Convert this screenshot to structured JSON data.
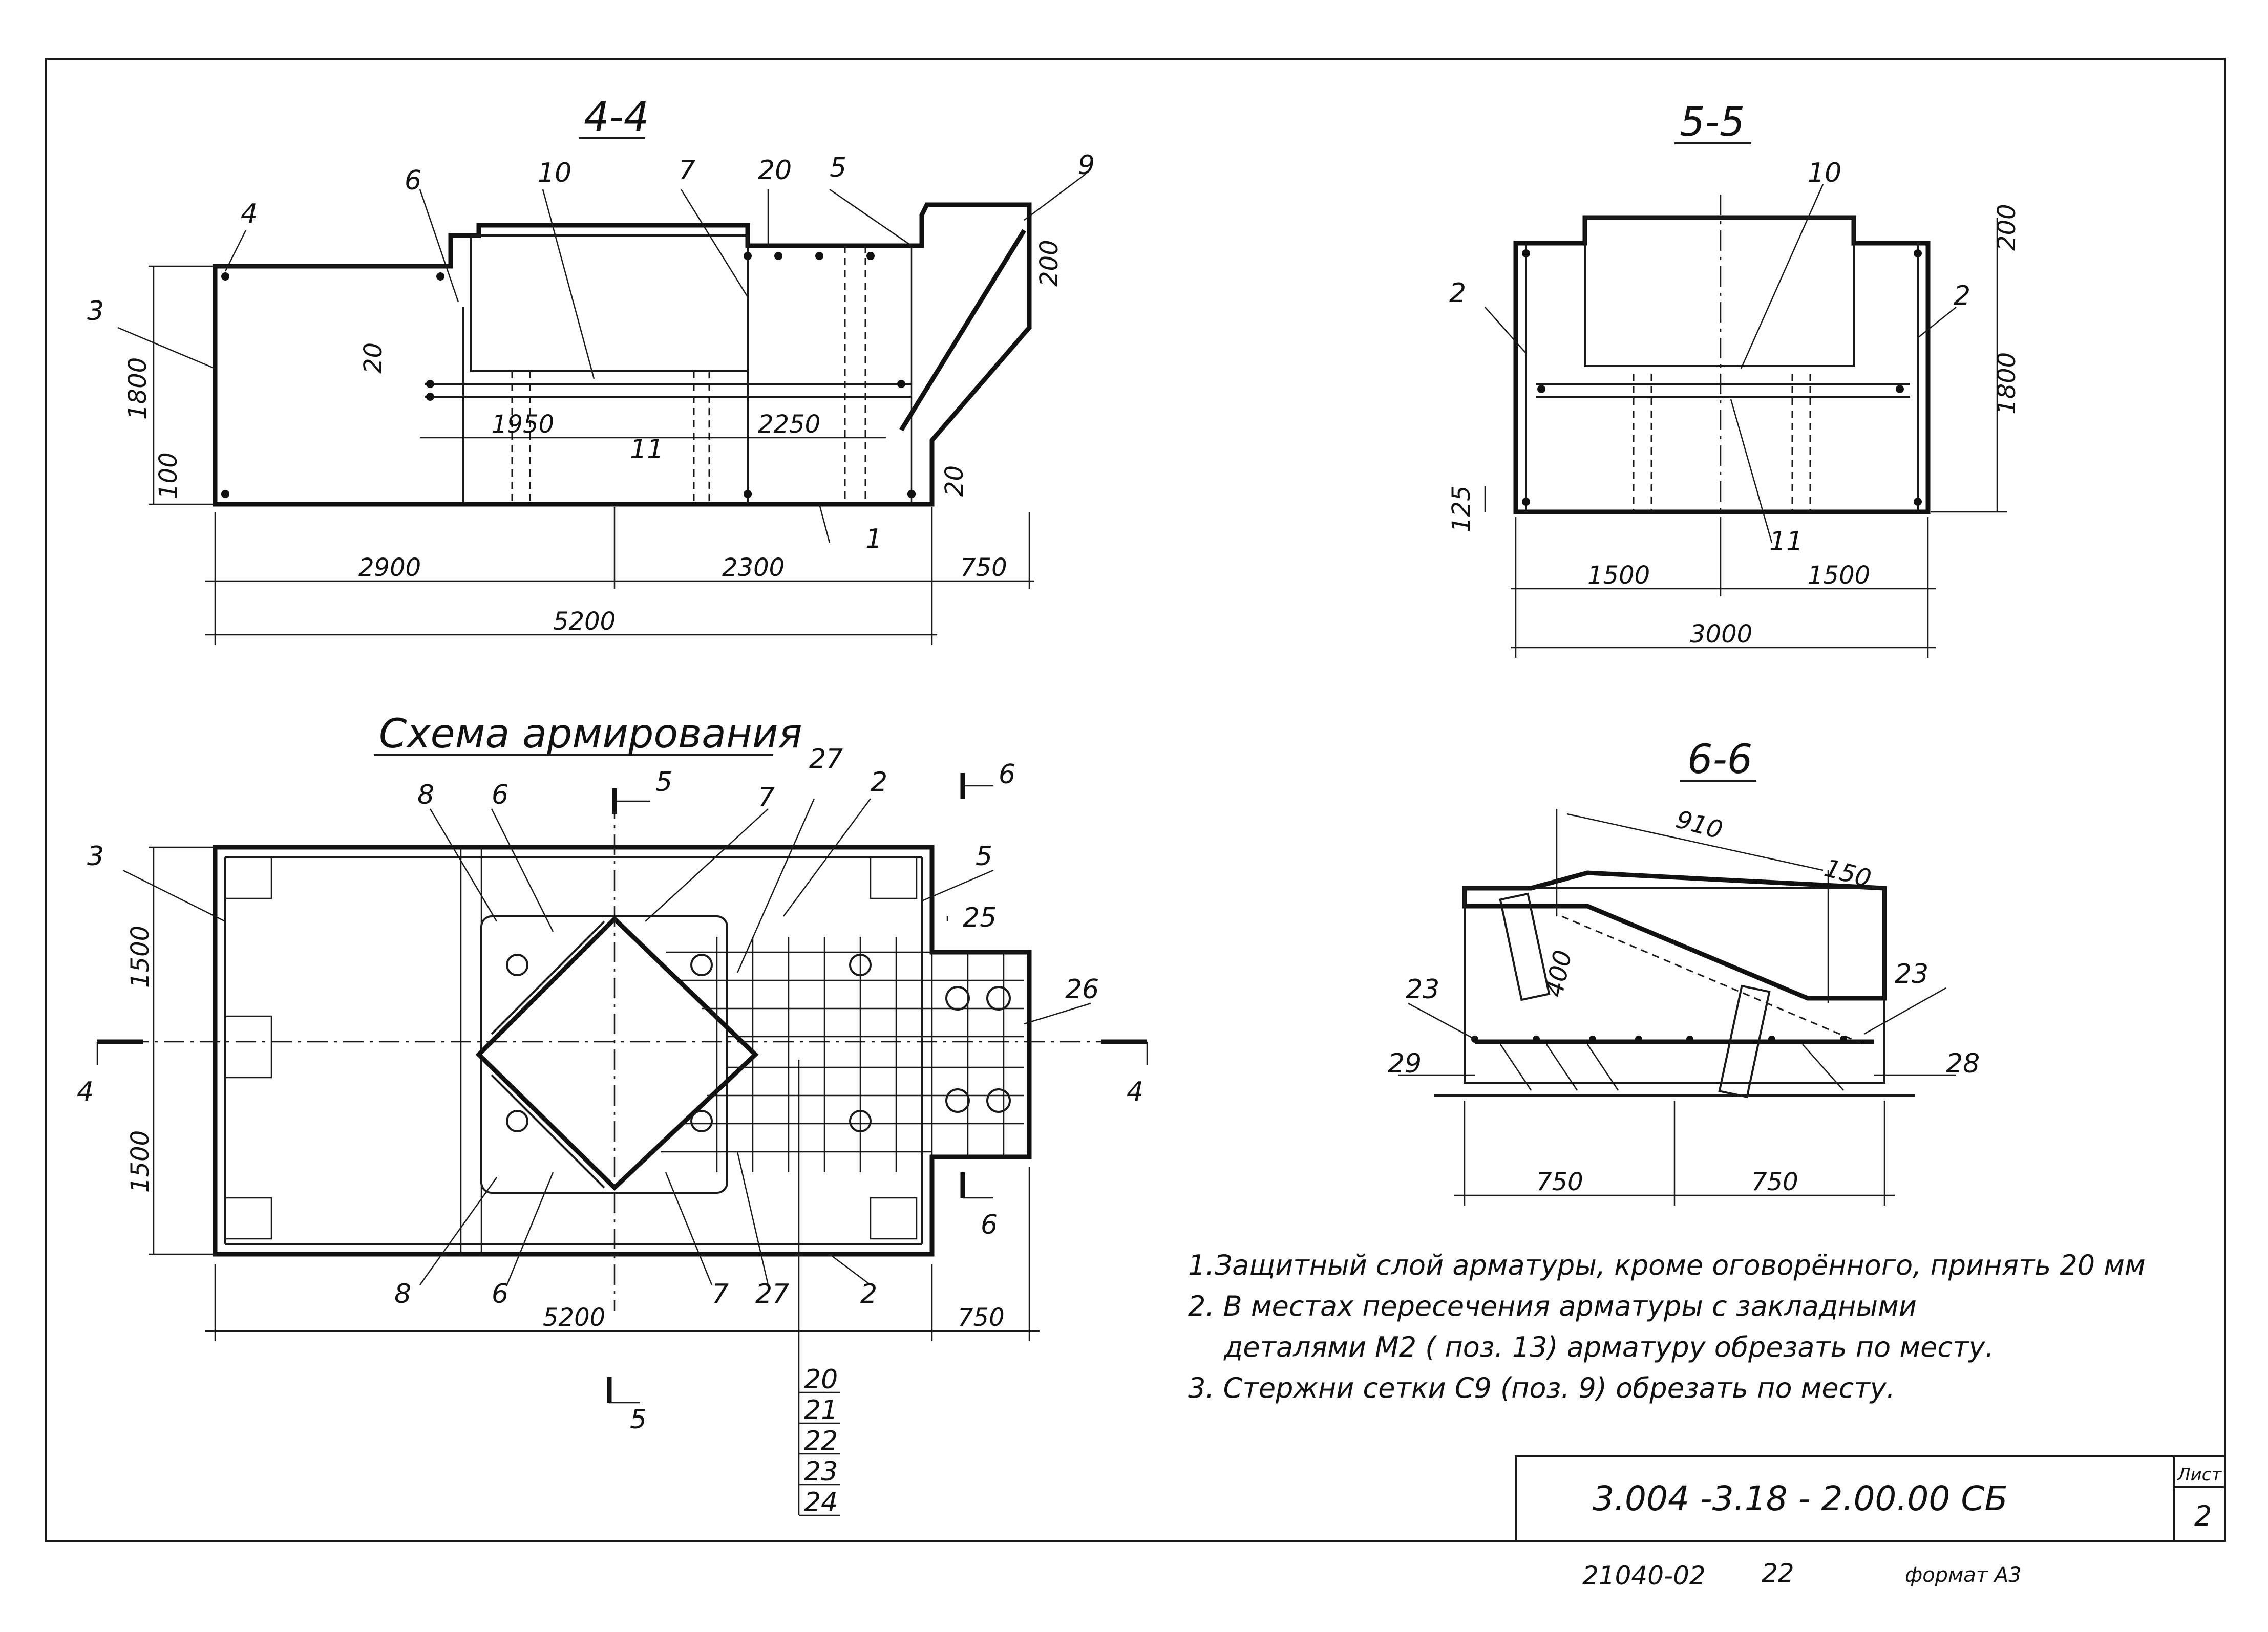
{
  "sections": {
    "s44": {
      "title": "4-4"
    },
    "s55": {
      "title": "5-5"
    },
    "s66": {
      "title": "6-6"
    },
    "scheme": {
      "title": "Схема армирования"
    }
  },
  "s44": {
    "labels": [
      "6",
      "10",
      "7",
      "20",
      "5",
      "9",
      "4",
      "3",
      "11",
      "1"
    ],
    "dims": {
      "h_total": "1800",
      "h_bottom": "100",
      "v1": "20",
      "v2": "20",
      "inner1": "1950",
      "inner2": "2250",
      "top_right": "200",
      "w1": "2900",
      "w2": "2300",
      "w3": "750",
      "w_total": "5200"
    }
  },
  "s55": {
    "labels": [
      "10",
      "2",
      "2",
      "11"
    ],
    "dims": {
      "top": "200",
      "h_total": "1800",
      "h_bottom": "125",
      "w1": "1500",
      "w2": "1500",
      "w_total": "3000"
    }
  },
  "s66": {
    "labels": [
      "23",
      "29",
      "23",
      "28"
    ],
    "dims": {
      "slope": "910",
      "edge": "150",
      "depth": "400",
      "w1": "750",
      "w2": "750"
    }
  },
  "scheme": {
    "labels_top": [
      "8",
      "6",
      "7",
      "27",
      "2",
      "3",
      "5",
      "25",
      "26"
    ],
    "labels_bottom": [
      "8",
      "6",
      "7",
      "27",
      "2"
    ],
    "cut_marks": [
      "5",
      "6",
      "4",
      "4",
      "6",
      "5"
    ],
    "dims": {
      "h1": "1500",
      "h2": "1500",
      "w_total": "5200",
      "w_right": "750"
    },
    "stack_labels": [
      "20",
      "21",
      "22",
      "23",
      "24"
    ]
  },
  "notes": [
    "1.Защитный слой арматуры, кроме оговорённого, принять 20 мм",
    "2. В местах пересечения арматуры с закладными",
    "деталями М2 ( поз. 13) арматуру обрезать по месту.",
    "3. Стержни сетки С9 (поз. 9) обрезать по месту."
  ],
  "title_block": {
    "code": "3.004 -3.18 - 2.00.00 СБ",
    "sheet_label": "Лист",
    "sheet_no": "2"
  },
  "footer": {
    "archive": "21040-02",
    "page": "22",
    "format": "формат А3"
  }
}
